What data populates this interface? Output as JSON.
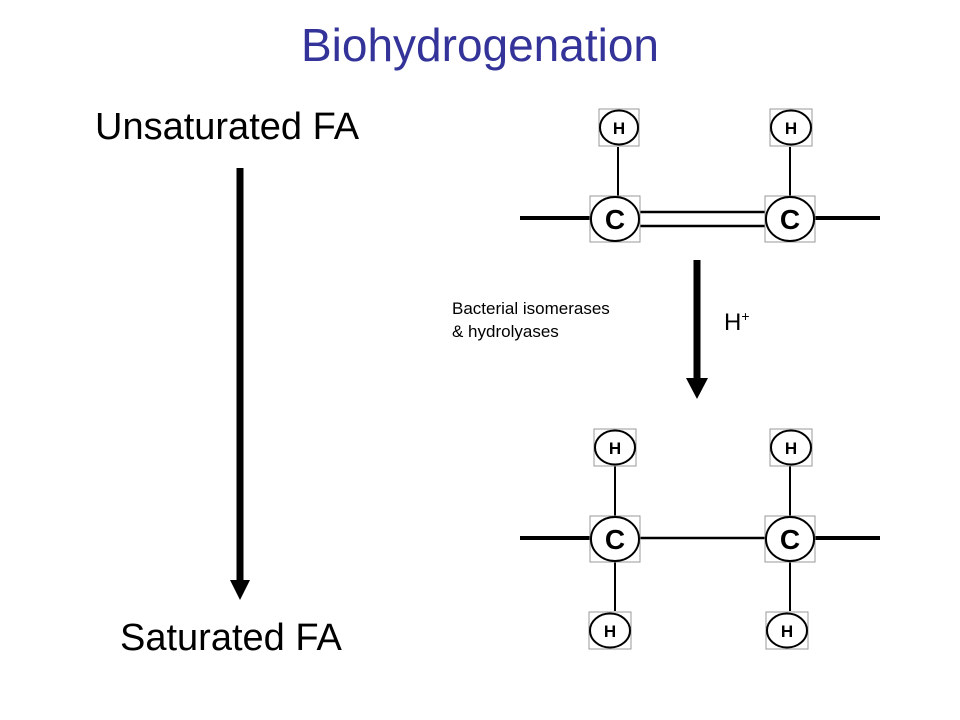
{
  "title": "Biohydrogenation",
  "left": {
    "top_label": "Unsaturated FA",
    "bottom_label": "Saturated FA"
  },
  "reaction": {
    "enzyme_label_line1": "Bacterial isomerases",
    "enzyme_label_line2": "& hydrolyases",
    "reagent_base": "H",
    "reagent_charge": "+"
  },
  "unsaturated_structure": {
    "atoms": [
      "C",
      "C",
      "H",
      "H"
    ],
    "bond_between_carbons": "double"
  },
  "saturated_structure": {
    "atoms": [
      "C",
      "C",
      "H",
      "H",
      "H",
      "H"
    ],
    "bond_between_carbons": "single"
  },
  "colors": {
    "title": "#333399",
    "text": "#000000"
  }
}
